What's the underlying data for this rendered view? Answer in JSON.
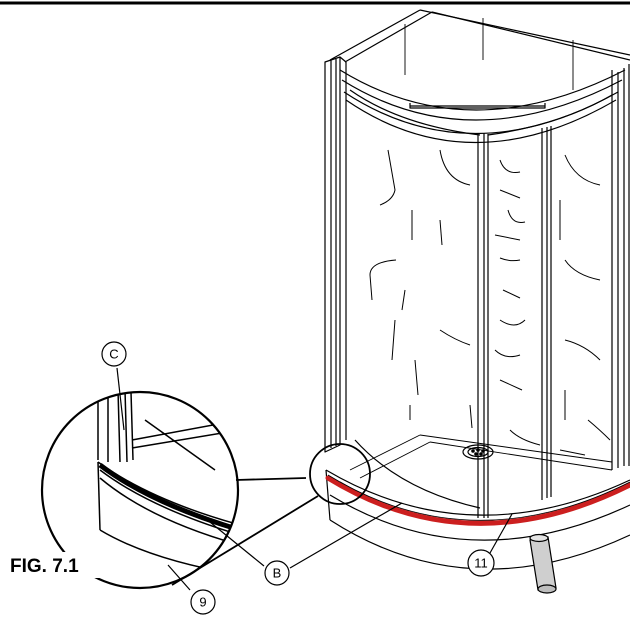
{
  "figure_label": "FIG. 7.1",
  "callouts": {
    "c": "C",
    "b": "B",
    "part_9": "9",
    "part_11": "11"
  },
  "colors": {
    "line": "#000000",
    "seal_highlight": "#cc1f1f",
    "pipe_fill": "#cfcfcf",
    "background": "#ffffff"
  }
}
